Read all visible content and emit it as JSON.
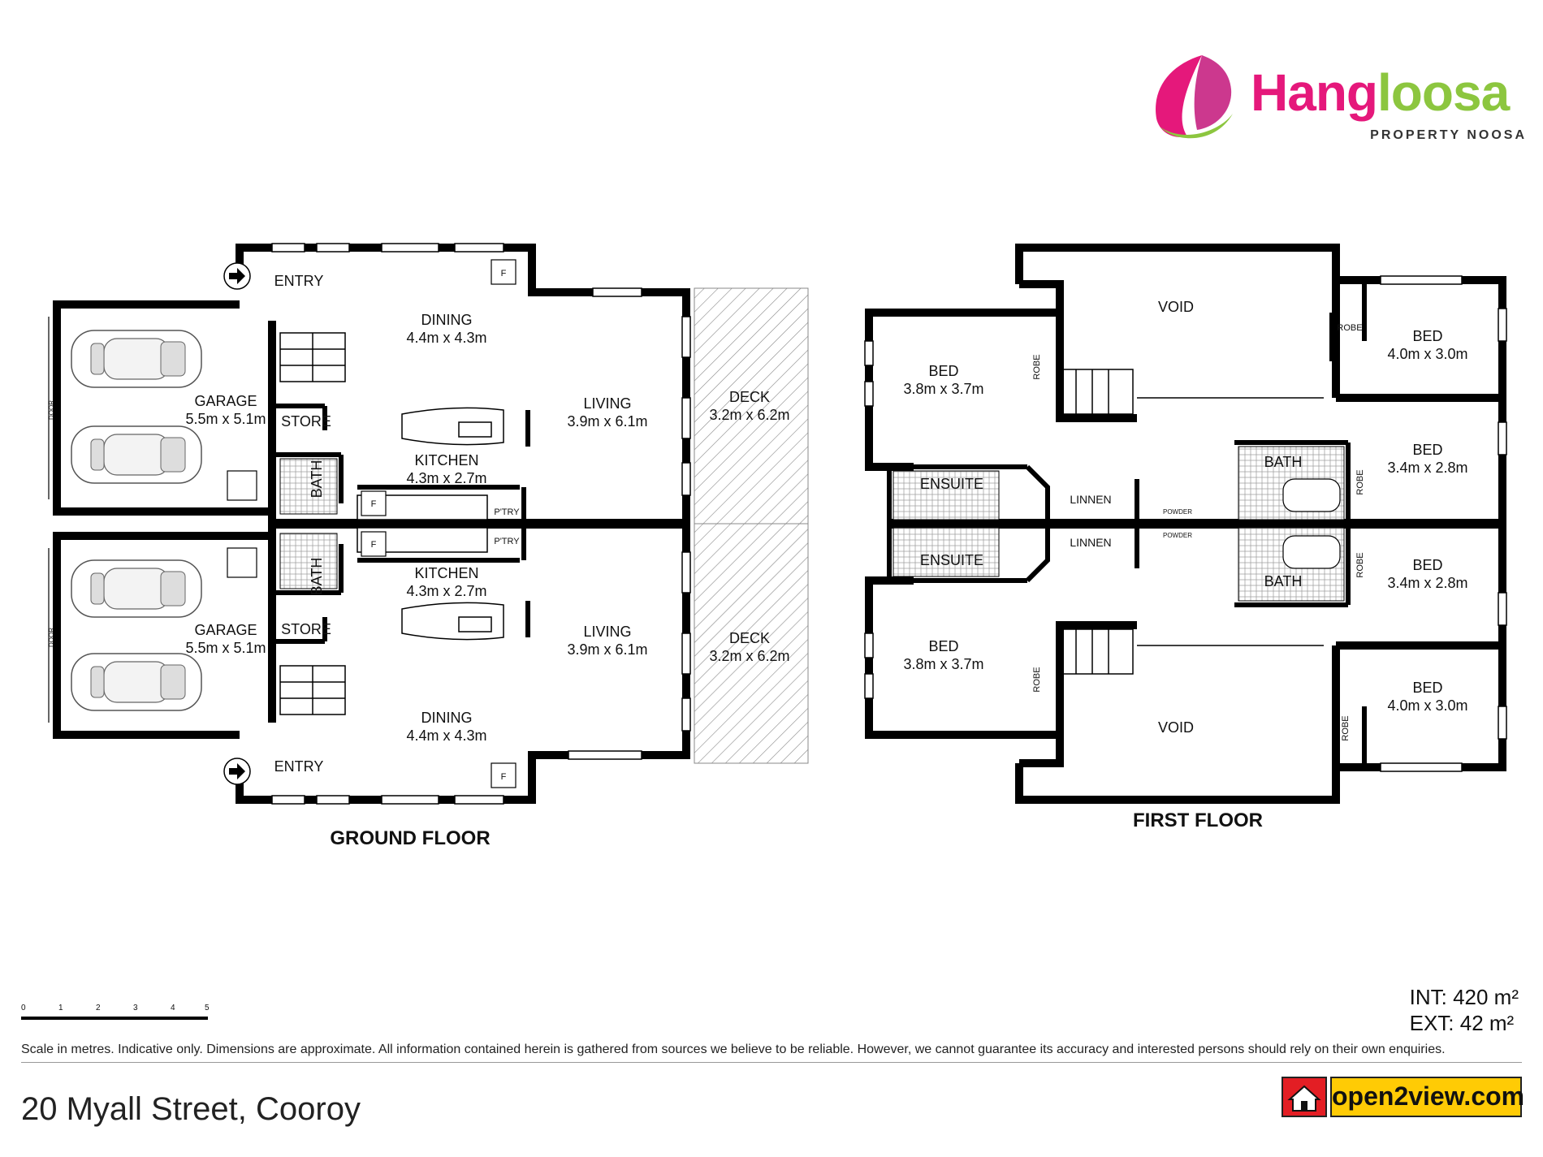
{
  "brand": {
    "name_part1": "Hang",
    "name_part2": "loosa",
    "subtitle": "PROPERTY NOOSA",
    "colors": {
      "pink": "#e5187b",
      "green": "#8cc63f"
    }
  },
  "ground_floor": {
    "title": "GROUND FLOOR",
    "rooms": {
      "entry_top": "ENTRY",
      "entry_bottom": "ENTRY",
      "dining_top": "DINING",
      "dining_top_dim": "4.4m x 4.3m",
      "dining_bottom": "DINING",
      "dining_bottom_dim": "4.4m x 4.3m",
      "living_top": "LIVING",
      "living_top_dim": "3.9m x 6.1m",
      "living_bottom": "LIVING",
      "living_bottom_dim": "3.9m x 6.1m",
      "deck_top": "DECK",
      "deck_top_dim": "3.2m x 6.2m",
      "deck_bottom": "DECK",
      "deck_bottom_dim": "3.2m x 6.2m",
      "kitchen_top": "KITCHEN",
      "kitchen_top_dim": "4.3m x 2.7m",
      "kitchen_bottom": "KITCHEN",
      "kitchen_bottom_dim": "4.3m x 2.7m",
      "garage_top": "GARAGE",
      "garage_top_dim": "5.5m x 5.1m",
      "garage_bottom": "GARAGE",
      "garage_bottom_dim": "5.5m x 5.1m",
      "store_top": "STORE",
      "store_bottom": "STORE",
      "bath_top": "BATH",
      "bath_bottom": "BATH",
      "pantry_top": "P'TRY",
      "pantry_bottom": "P'TRY",
      "fridge": "F",
      "door": "DOOR"
    }
  },
  "first_floor": {
    "title": "FIRST FLOOR",
    "rooms": {
      "void_top": "VOID",
      "void_bottom": "VOID",
      "bed_tl": "BED",
      "bed_tl_dim": "3.8m x 3.7m",
      "bed_bl": "BED",
      "bed_bl_dim": "3.8m x 3.7m",
      "bed_tr": "BED",
      "bed_tr_dim": "4.0m x 3.0m",
      "bed_mr_top": "BED",
      "bed_mr_top_dim": "3.4m x 2.8m",
      "bed_mr_bottom": "BED",
      "bed_mr_bottom_dim": "3.4m x 2.8m",
      "bed_br": "BED",
      "bed_br_dim": "4.0m x 3.0m",
      "ensuite_top": "ENSUITE",
      "ensuite_bottom": "ENSUITE",
      "linnen_top": "LINNEN",
      "linnen_bottom": "LINNEN",
      "powder_top": "POWDER",
      "powder_bottom": "POWDER",
      "bath_top": "BATH",
      "bath_bottom": "BATH",
      "robe": "ROBE"
    }
  },
  "scale_bar": {
    "ticks": [
      "0",
      "1",
      "2",
      "3",
      "4",
      "5"
    ]
  },
  "areas": {
    "int": "INT: 420 m²",
    "ext": "EXT: 42 m²"
  },
  "disclaimer": "Scale in metres. Indicative only. Dimensions are approximate. All information contained herein is gathered from sources we believe to be reliable. However, we cannot guarantee its accuracy and interested persons should rely on their own enquiries.",
  "address": "20 Myall Street, Cooroy",
  "open2view": {
    "label": "open2view.com"
  }
}
